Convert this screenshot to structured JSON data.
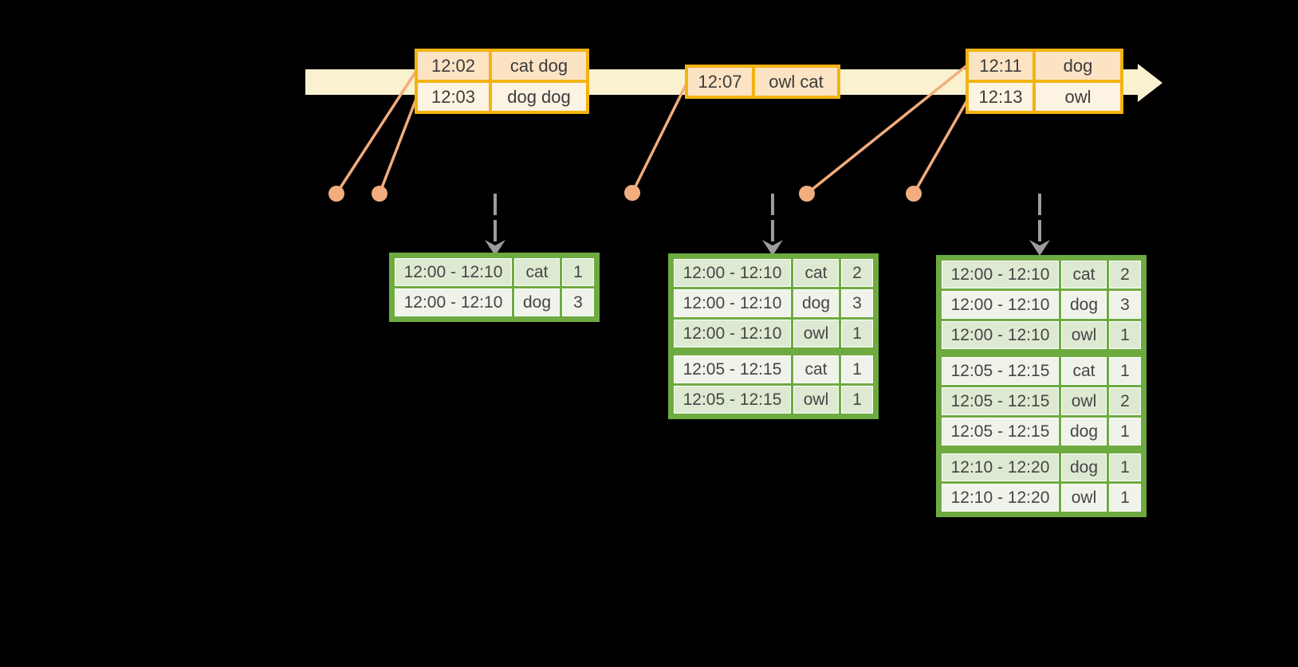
{
  "colors": {
    "background": "#000000",
    "timeline_bar": "#FAF1CF",
    "event_border": "#F2B312",
    "event_row_dark": "#FBE3C4",
    "event_row_light": "#FDF3E3",
    "connector_salmon": "#F2AD7D",
    "result_frame": "#6DAB40",
    "result_row_dark": "#DEE9D2",
    "result_row_light": "#EFF3EA",
    "arrow_gray": "#9C9C9C",
    "text_dark": "#3C3C3C",
    "text_mid": "#454545"
  },
  "event_tables": [
    {
      "rows": [
        {
          "time": "12:02",
          "words": "cat dog"
        },
        {
          "time": "12:03",
          "words": "dog dog"
        }
      ]
    },
    {
      "rows": [
        {
          "time": "12:07",
          "words": "owl cat"
        }
      ]
    },
    {
      "rows": [
        {
          "time": "12:11",
          "words": "dog"
        },
        {
          "time": "12:13",
          "words": "owl"
        }
      ]
    }
  ],
  "result_tables": [
    {
      "groups": [
        [
          {
            "window": "12:00 - 12:10",
            "word": "cat",
            "count": "1"
          },
          {
            "window": "12:00 - 12:10",
            "word": "dog",
            "count": "3"
          }
        ]
      ]
    },
    {
      "groups": [
        [
          {
            "window": "12:00 - 12:10",
            "word": "cat",
            "count": "2"
          },
          {
            "window": "12:00 - 12:10",
            "word": "dog",
            "count": "3"
          },
          {
            "window": "12:00 - 12:10",
            "word": "owl",
            "count": "1"
          }
        ],
        [
          {
            "window": "12:05 - 12:15",
            "word": "cat",
            "count": "1"
          },
          {
            "window": "12:05 - 12:15",
            "word": "owl",
            "count": "1"
          }
        ]
      ]
    },
    {
      "groups": [
        [
          {
            "window": "12:00 - 12:10",
            "word": "cat",
            "count": "2"
          },
          {
            "window": "12:00 - 12:10",
            "word": "dog",
            "count": "3"
          },
          {
            "window": "12:00 - 12:10",
            "word": "owl",
            "count": "1"
          }
        ],
        [
          {
            "window": "12:05 - 12:15",
            "word": "cat",
            "count": "1"
          },
          {
            "window": "12:05 - 12:15",
            "word": "owl",
            "count": "2"
          },
          {
            "window": "12:05 - 12:15",
            "word": "dog",
            "count": "1"
          }
        ],
        [
          {
            "window": "12:10 - 12:20",
            "word": "dog",
            "count": "1"
          },
          {
            "window": "12:10 - 12:20",
            "word": "owl",
            "count": "1"
          }
        ]
      ]
    }
  ]
}
